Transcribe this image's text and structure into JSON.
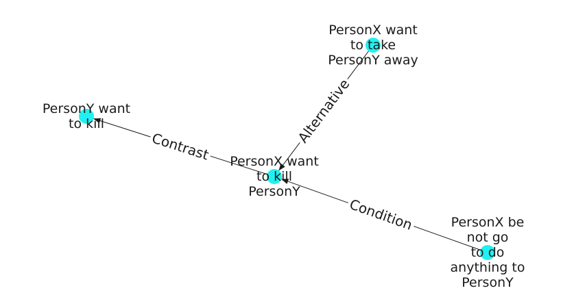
{
  "diagram": {
    "node_color": "#22f0f0",
    "edge_color": "#1a1a1a",
    "nodes": [
      {
        "id": "center",
        "label_lines": [
          "PersonX want",
          "to kill",
          "PersonY"
        ]
      },
      {
        "id": "take_away",
        "label_lines": [
          "PersonX want",
          "to take",
          "PersonY away"
        ]
      },
      {
        "id": "y_kill",
        "label_lines": [
          "PersonY want",
          "to kill"
        ]
      },
      {
        "id": "not_go",
        "label_lines": [
          "PersonX be",
          "not go",
          "to do",
          "anything to",
          "PersonY"
        ]
      }
    ],
    "edges": [
      {
        "from": "take_away",
        "to": "center",
        "label": "Alternative"
      },
      {
        "from": "center",
        "to": "y_kill",
        "label": "Contrast"
      },
      {
        "from": "not_go",
        "to": "center",
        "label": "Condition"
      }
    ]
  }
}
